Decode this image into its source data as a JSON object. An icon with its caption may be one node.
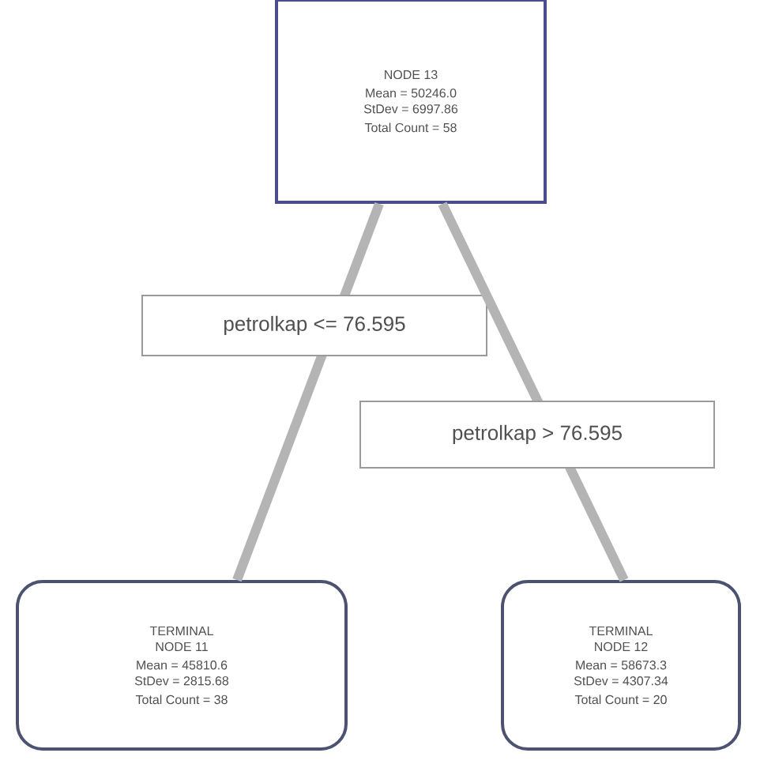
{
  "diagram": {
    "nodes": [
      {
        "text": [
          "NODE 13",
          "Mean = 50246.0 StDev = 6997.86",
          "Total Count = 58"
        ]
      },
      {
        "text": [
          "TERMINAL NODE 11",
          "Mean = 45810.6 StDev = 2815.68",
          "Total Count = 38"
        ]
      },
      {
        "text": [
          "TERMINAL NODE 12",
          "Mean = 58673.3 StDev = 4307.34",
          "Total Count = 20"
        ]
      }
    ],
    "edges": [
      {
        "from": 0,
        "to": 1,
        "arrow": "none",
        "label": "petrolkap <= 76.595"
      },
      {
        "from": 0,
        "to": 2,
        "arrow": "none",
        "label": "petrolkap > 76.595"
      }
    ]
  }
}
